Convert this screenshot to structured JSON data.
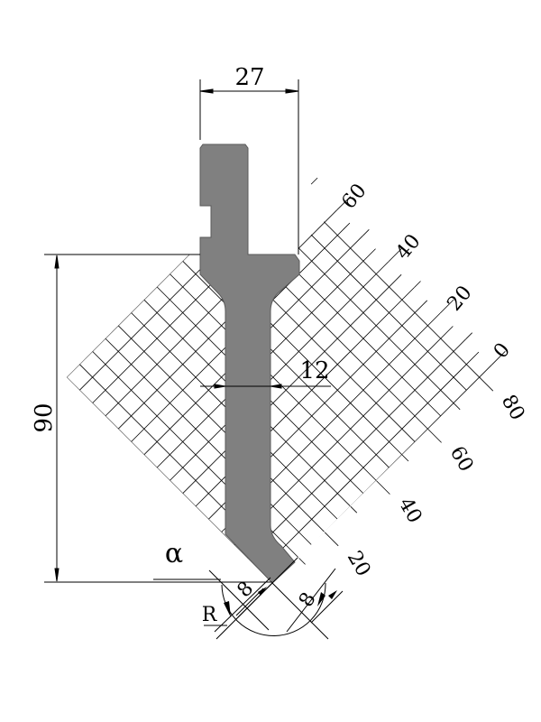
{
  "drawing": {
    "title": "Press brake punch profile",
    "dimensions": {
      "width_top": "27",
      "height": "90",
      "stem_width": "12",
      "angle_symbol": "α",
      "radius_symbol": "R",
      "tip_left": "8",
      "tip_right": "8"
    },
    "grid_labels_upper": [
      "60",
      "40",
      "20",
      "0"
    ],
    "grid_labels_lower": [
      "80",
      "60",
      "40",
      "20"
    ]
  },
  "colors": {
    "punch_fill": "#808080",
    "punch_stroke": "#5a5a5a",
    "line": "#000000",
    "background": "#ffffff"
  }
}
